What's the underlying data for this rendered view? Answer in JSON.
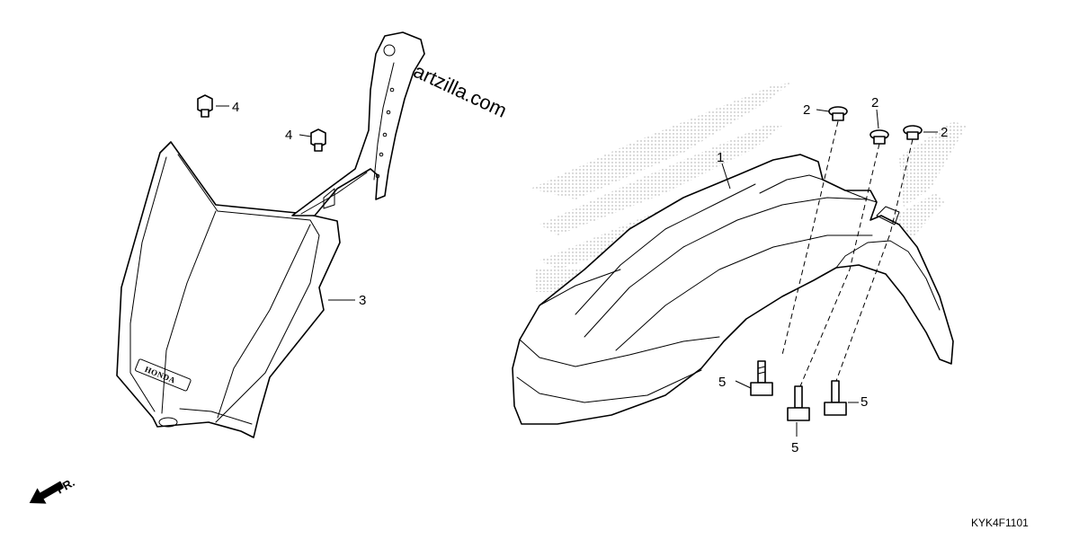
{
  "watermark": {
    "text": "Partzilla.com",
    "copyright": "©"
  },
  "diagram_code": "KYK4F1101",
  "direction": {
    "label": "FR.",
    "icon": "front-arrow-icon"
  },
  "callouts": {
    "c1": "1",
    "c2a": "2",
    "c2b": "2",
    "c2c": "2",
    "c3": "3",
    "c4a": "4",
    "c4b": "4",
    "c5a": "5",
    "c5b": "5",
    "c5c": "5"
  },
  "brand_mark": "HONDA"
}
